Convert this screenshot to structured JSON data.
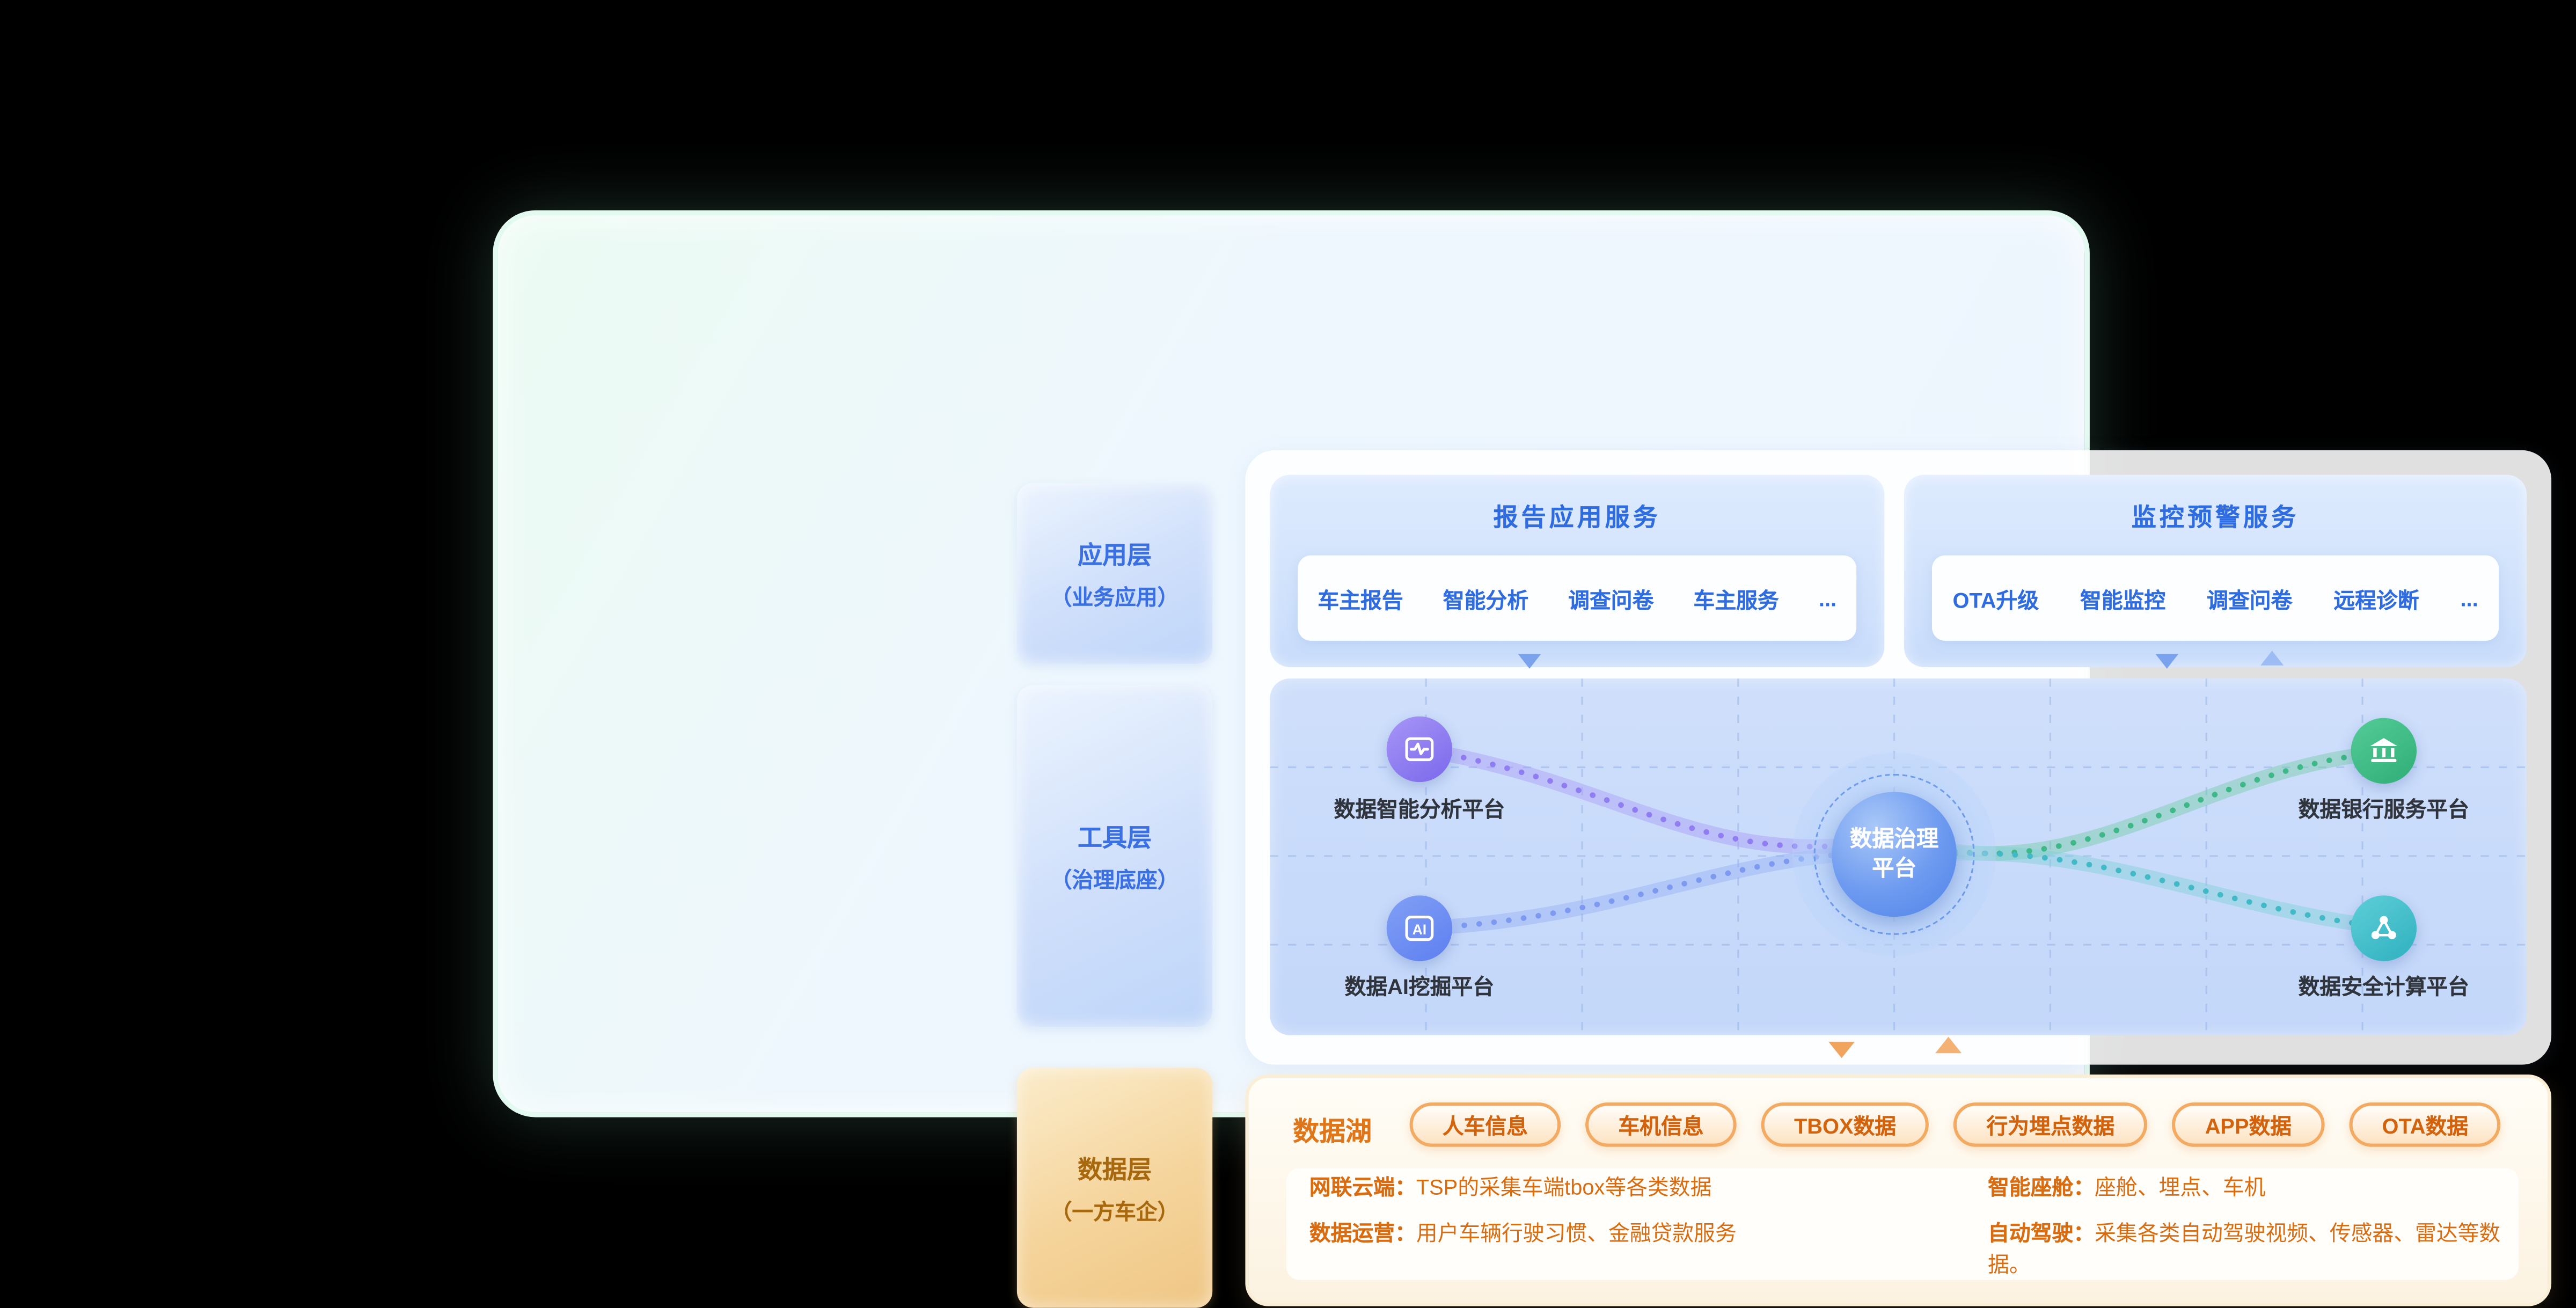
{
  "colors": {
    "accent_blue": "#2e6ce0",
    "accent_orange": "#e0761a",
    "node_purple": "#8b78f2",
    "node_blue": "#6d8cf3",
    "node_green": "#3cbd86",
    "node_teal": "#3db7c4"
  },
  "layers": [
    {
      "title": "应用层",
      "subtitle": "（业务应用）"
    },
    {
      "title": "工具层",
      "subtitle": "（治理底座）"
    },
    {
      "title": "数据层",
      "subtitle": "（一方车企）"
    }
  ],
  "services": [
    {
      "title": "报告应用服务",
      "items": [
        "车主报告",
        "智能分析",
        "调查问卷",
        "车主服务",
        "..."
      ]
    },
    {
      "title": "监控预警服务",
      "items": [
        "OTA升级",
        "智能监控",
        "调查问卷",
        "远程诊断",
        "..."
      ]
    }
  ],
  "flow": {
    "hub_lines": [
      "数据治理",
      "平台"
    ],
    "nodes": [
      {
        "label": "数据智能分析平台",
        "icon": "pulse-monitor-icon",
        "color": "#8b78f2"
      },
      {
        "label": "数据AI挖掘平台",
        "icon": "ai-badge-icon",
        "color": "#6d8cf3"
      },
      {
        "label": "数据银行服务平台",
        "icon": "bank-icon",
        "color": "#3cbd86"
      },
      {
        "label": "数据安全计算平台",
        "icon": "share-nodes-icon",
        "color": "#3db7c4"
      }
    ]
  },
  "datalake": {
    "title": "数据湖",
    "pills": [
      "人车信息",
      "车机信息",
      "TBOX数据",
      "行为埋点数据",
      "APP数据",
      "OTA数据"
    ],
    "notes": [
      {
        "label": "网联云端：",
        "text": "TSP的采集车端tbox等各类数据"
      },
      {
        "label": "数据运营：",
        "text": "用户车辆行驶习惯、金融贷款服务"
      },
      {
        "label": "智能座舱：",
        "text": "座舱、埋点、车机"
      },
      {
        "label": "自动驾驶：",
        "text": "采集各类自动驾驶视频、传感器、雷达等数据。"
      }
    ]
  }
}
